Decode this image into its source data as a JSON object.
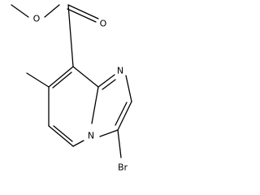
{
  "molecule": {
    "atoms": {
      "ester_oxygen": "O",
      "carbonyl_oxygen": "O",
      "ring_nitrogen_imidazole": "N",
      "ring_nitrogen_bridgehead": "N",
      "bromine": "Br"
    }
  },
  "colors": {
    "bond": "#000000",
    "label": "#000000",
    "background": "#ffffff"
  }
}
